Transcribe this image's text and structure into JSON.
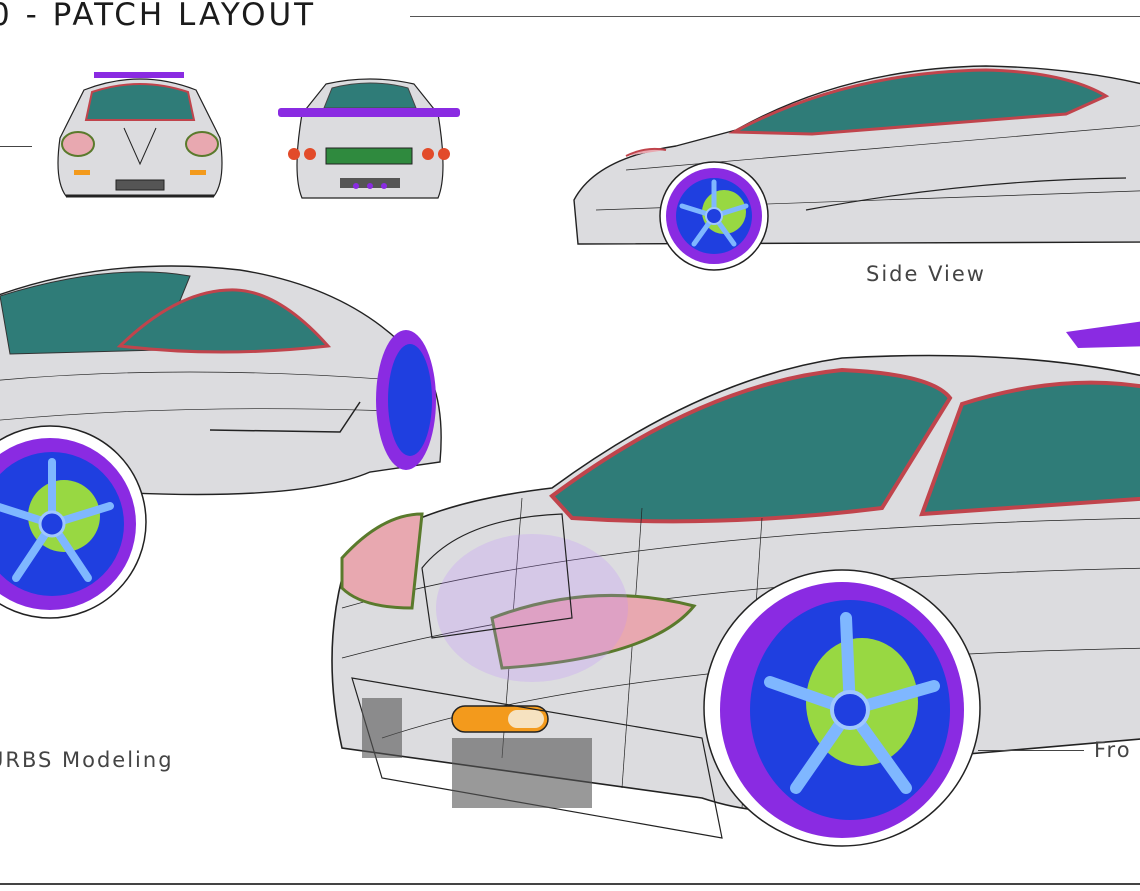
{
  "sheet": {
    "title": "0 - PATCH LAYOUT",
    "labels": {
      "side_view": "Side View",
      "nurbs": "URBS Modeling",
      "front": "Fro"
    }
  },
  "colors": {
    "body": "#d9d9dc",
    "glass": "#2f7c78",
    "glass_frame": "#c0444c",
    "wheel_rim": "#1f3fe0",
    "wheel_tire": "#8a2be2",
    "brake": "#b7ff1a",
    "headlight": "#e8a8b0",
    "indicator": "#f39a1c",
    "wireframe": "#1a1a1a"
  },
  "views": [
    "front-thumbnail",
    "rear-thumbnail",
    "side-view",
    "three-quarter-rear-view",
    "three-quarter-front-view"
  ]
}
